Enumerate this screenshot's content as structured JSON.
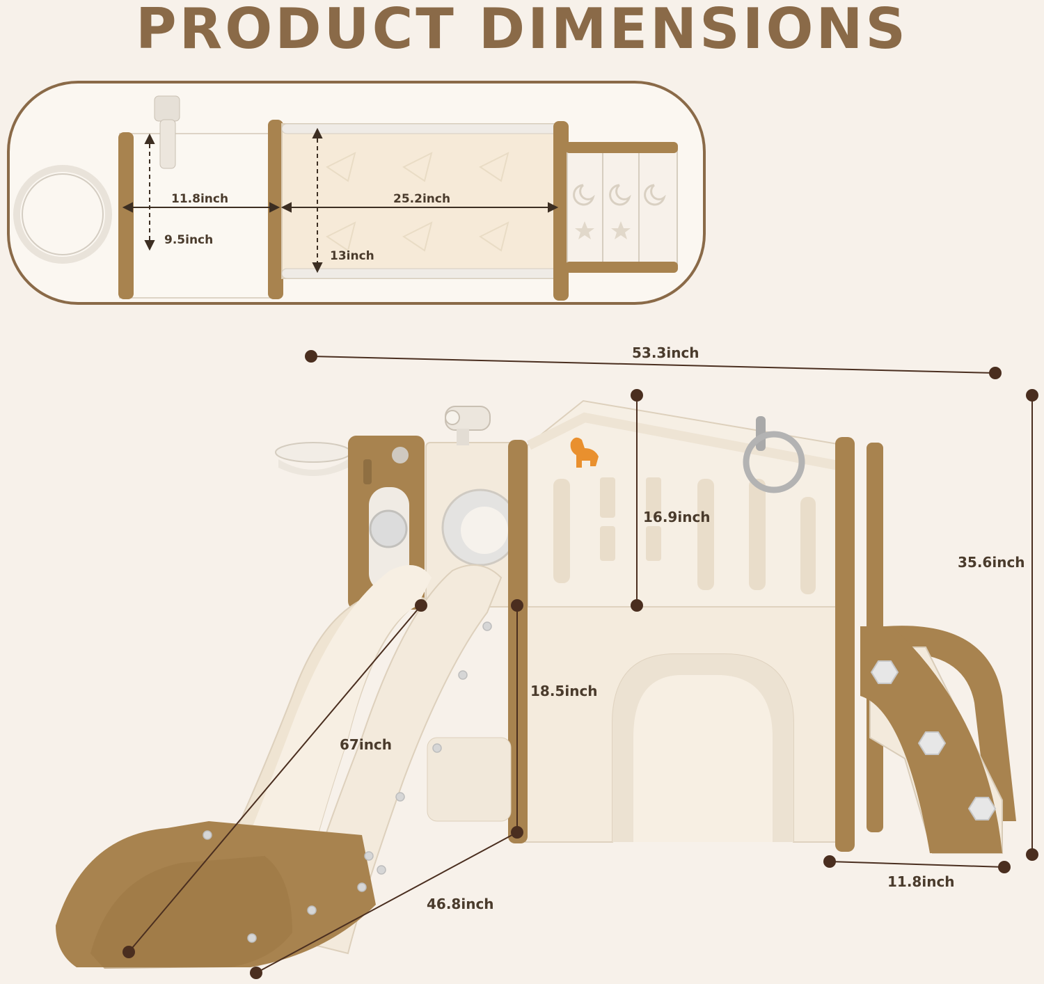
{
  "title": "PRODUCT DIMENSIONS",
  "colors": {
    "background": "#f7f1ea",
    "accent_brown": "#a8834f",
    "cream": "#f3eadc",
    "title": "#8a6a48",
    "label": "#4a3b2c",
    "dot": "#4a2e1f"
  },
  "top_view": {
    "dim_width_left": "11.8inch",
    "dim_width_right": "25.2inch",
    "dim_depth_small": "9.5inch",
    "dim_depth_large": "13inch"
  },
  "main_view": {
    "dim_total_length": "53.3inch",
    "dim_total_height": "35.6inch",
    "dim_fence_height": "16.9inch",
    "dim_platform_height": "18.5inch",
    "dim_slide_length": "67inch",
    "dim_slide_base": "46.8inch",
    "dim_ladder_depth": "11.8inch"
  },
  "icons": [
    "telescope-icon",
    "steering-ring-icon",
    "dinosaur-icon",
    "moon-icon",
    "star-icon"
  ]
}
